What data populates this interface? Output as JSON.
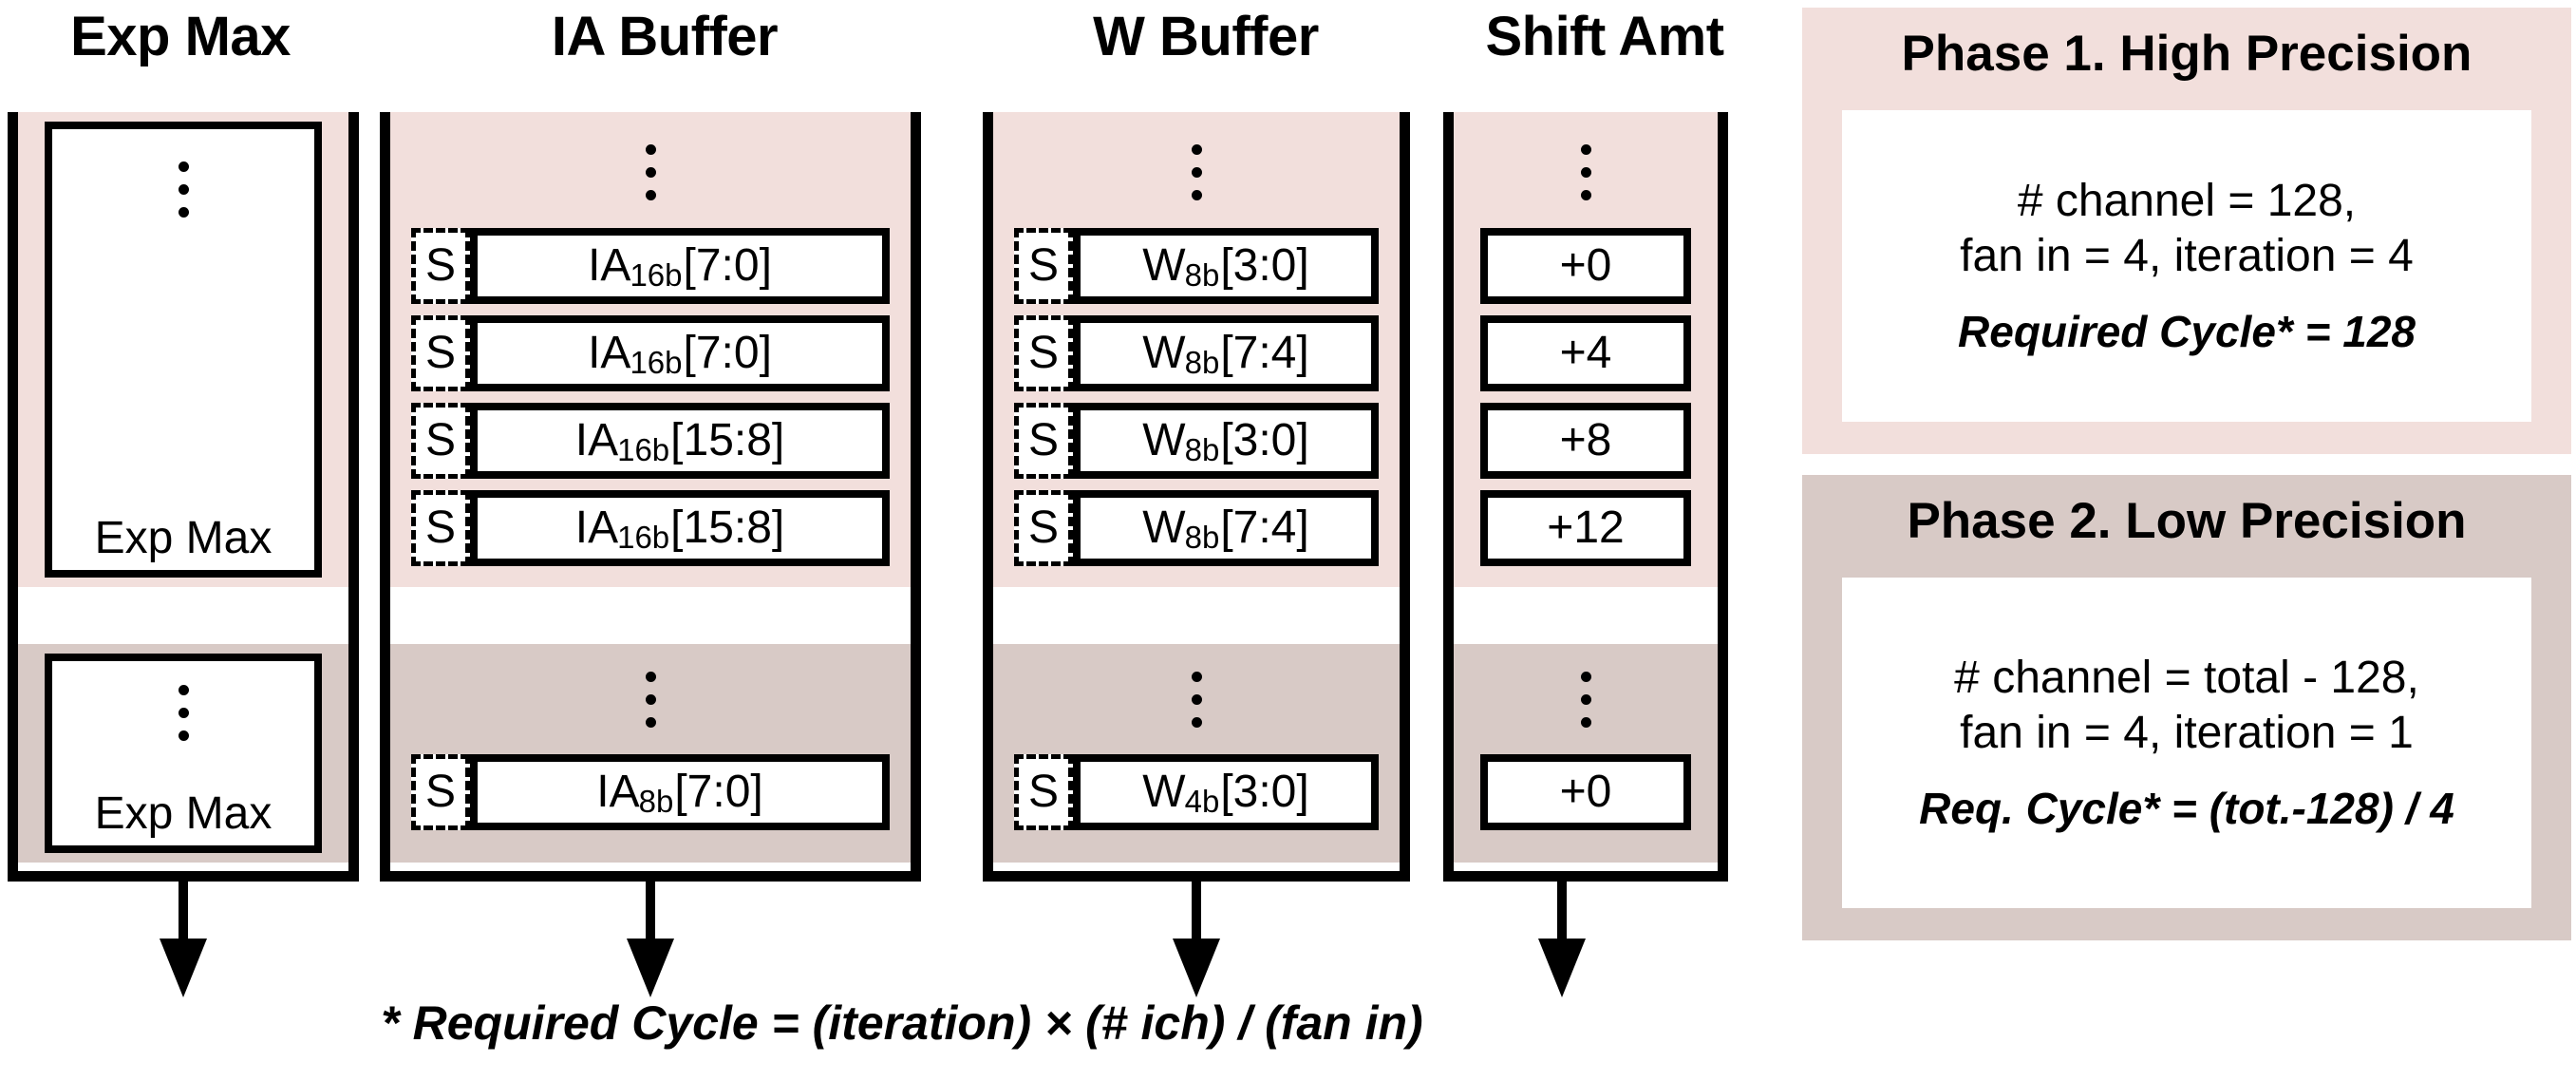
{
  "columns": [
    {
      "title": "Exp Max"
    },
    {
      "title": "IA Buffer"
    },
    {
      "title": "W Buffer"
    },
    {
      "title": "Shift Amt"
    }
  ],
  "exp_max": {
    "high_label": "Exp Max",
    "low_label": "Exp Max"
  },
  "ia_buffer": {
    "sign_label": "S",
    "high_rows": [
      {
        "base": "IA",
        "sub": "16b",
        "range": "[7:0]"
      },
      {
        "base": "IA",
        "sub": "16b",
        "range": "[7:0]"
      },
      {
        "base": "IA",
        "sub": "16b",
        "range": "[15:8]"
      },
      {
        "base": "IA",
        "sub": "16b",
        "range": "[15:8]"
      }
    ],
    "low_rows": [
      {
        "base": "IA",
        "sub": "8b",
        "range": "[7:0]"
      }
    ]
  },
  "w_buffer": {
    "sign_label": "S",
    "high_rows": [
      {
        "base": "W",
        "sub": "8b",
        "range": "[3:0]"
      },
      {
        "base": "W",
        "sub": "8b",
        "range": "[7:4]"
      },
      {
        "base": "W",
        "sub": "8b",
        "range": "[3:0]"
      },
      {
        "base": "W",
        "sub": "8b",
        "range": "[7:4]"
      }
    ],
    "low_rows": [
      {
        "base": "W",
        "sub": "4b",
        "range": "[3:0]"
      }
    ]
  },
  "shift_amt": {
    "high_values": [
      "+0",
      "+4",
      "+8",
      "+12"
    ],
    "low_values": [
      "+0"
    ]
  },
  "phases": [
    {
      "title": "Phase 1. High Precision",
      "line1": "# channel = 128,",
      "line2": "fan in = 4, iteration = 4",
      "cycle": "Required Cycle* = 128"
    },
    {
      "title": "Phase 2. Low Precision",
      "line1": "# channel = total - 128,",
      "line2": "fan in = 4, iteration = 1",
      "cycle": "Req. Cycle* = (tot.-128) / 4"
    }
  ],
  "footnote": "* Required Cycle = (iteration) × (# ich) / (fan in)",
  "colors": {
    "high_precision_band": "#f2dfdc",
    "low_precision_band": "#d8cac6",
    "outline": "#000000",
    "page_background": "#ffffff"
  }
}
